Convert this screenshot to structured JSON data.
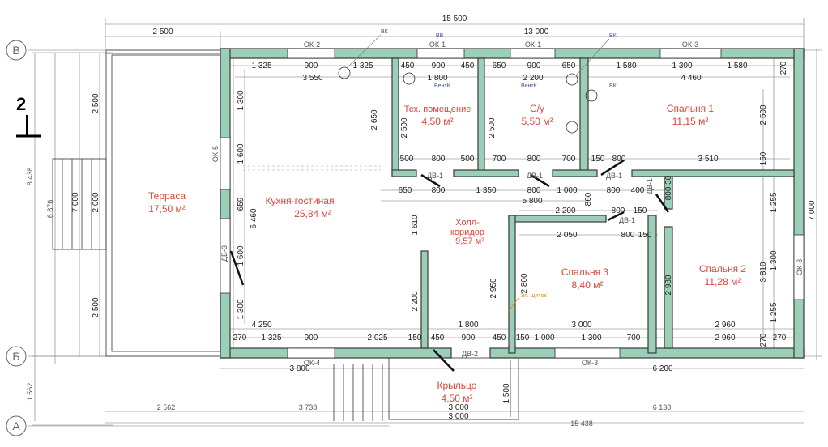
{
  "axes": {
    "B": "В",
    "Bb": "Б",
    "A": "А"
  },
  "section_mark": "2",
  "top_dims": {
    "total": "15 500",
    "terrace_w": "2 500",
    "house_w": "13 000",
    "row": [
      "1 325",
      "900",
      "1 325",
      "450",
      "900",
      "450",
      "650",
      "900",
      "650",
      "1 580",
      "1 300",
      "1 580"
    ],
    "inner": [
      "3 550",
      "1 800",
      "2 200",
      "4 460"
    ],
    "mid": [
      "500",
      "800",
      "500",
      "700",
      "800",
      "700",
      "150",
      "800",
      "3 510"
    ],
    "corridor_row": [
      "650",
      "800",
      "1 350",
      "800",
      "1 000",
      "800",
      "400"
    ],
    "corridor_total": "5 800",
    "c2": [
      "2 200",
      "800",
      "150"
    ],
    "c3": [
      "2 050",
      "800",
      "150"
    ]
  },
  "bottom_dims": {
    "row": [
      "270",
      "1 325",
      "900",
      "2 025",
      "150",
      "450",
      "900",
      "450",
      "150",
      "1 000",
      "1 300",
      "700",
      "2 960",
      "270"
    ],
    "inner": [
      "4 250",
      "1 800",
      "3 000",
      "2 960"
    ],
    "outer": [
      "3 800",
      "6 200"
    ],
    "porch": [
      "3 000",
      "3 000"
    ],
    "base": [
      "2 562",
      "3 738",
      "6 138",
      "15 438"
    ]
  },
  "left_dims": {
    "outer_total": "8 438",
    "outer_sub": "6 876",
    "bottom": "1 562",
    "terrace_h": "7 000",
    "terrace_parts": [
      "2 500",
      "2 000",
      "2 500"
    ],
    "wall_parts": [
      "1 300",
      "1 600",
      "659",
      "1 600",
      "1 300"
    ],
    "kitchen_h": "6 460"
  },
  "right_dims": {
    "total": "7 000",
    "parts": [
      "270",
      "2 500",
      "150",
      "1 255",
      "1 300",
      "1 255",
      "270"
    ],
    "sp2": "3 810",
    "sp1": "2 500"
  },
  "inner_dims": {
    "tech_h": "2 500",
    "wc_h": "2 500",
    "tech_top": "2 650",
    "hall_v": "1 610",
    "hall_v2": "2 200",
    "sp3_v": "2 950",
    "sp3_v2": "2 800",
    "sp2_v": "2 980",
    "d860": "860",
    "d800_30": "800 30",
    "porch_v": "1 500"
  },
  "rooms": {
    "terrace": {
      "name": "Терраса",
      "area": "17,50 м²"
    },
    "kitchen": {
      "name": "Кухня-гостиная",
      "area": "25,84 м²"
    },
    "tech": {
      "name": "Тех. помещение",
      "area": "4,50 м²"
    },
    "wc": {
      "name": "С/у",
      "area": "5,50 м²"
    },
    "sp1": {
      "name": "Спальня 1",
      "area": "11,15 м²"
    },
    "hall": {
      "name1": "Холл-",
      "name2": "коридор",
      "area": "9,57 м²"
    },
    "sp3": {
      "name": "Спальня 3",
      "area": "8,40 м²"
    },
    "sp2": {
      "name": "Спальня 2",
      "area": "11,28 м²"
    },
    "porch": {
      "name": "Крыльцо",
      "area": "4,50 м²"
    }
  },
  "windows": {
    "ok2": "ОК-2",
    "ok1a": "ОК-1",
    "ok1b": "ОК-1",
    "ok3a": "ОК-3",
    "ok5": "ОК-5",
    "ok4": "ОК-4",
    "ok3b": "ОК-3",
    "ok3c": "ОК-3"
  },
  "doors": {
    "dv1a": "ДВ-1",
    "dv1b": "ДВ-1",
    "dv1c": "ДВ-1",
    "dv1d": "ДВ-1",
    "dv1e": "ДВ-1",
    "dv3": "ДВ-3",
    "dv2": "ДВ-2"
  },
  "tags": {
    "vk1": "ВК",
    "vv": "ВВ",
    "vk2": "ВК",
    "vk3": "ВК",
    "ventk1": "ВентК",
    "ventk2": "ВентК",
    "shield": "Эл. щиток"
  },
  "colors": {
    "wall": "#9ccfb8",
    "room_label": "#d9463b",
    "tag": "#3a4fa0"
  }
}
